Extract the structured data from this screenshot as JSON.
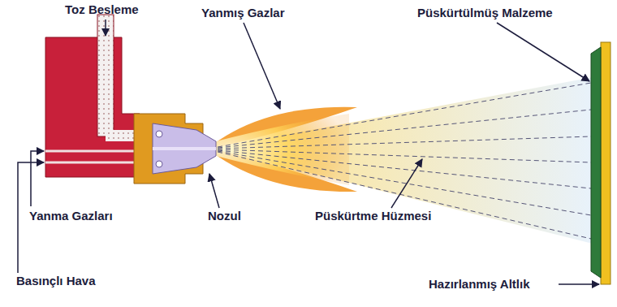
{
  "diagram": {
    "labels": [
      "Toz Besleme",
      "Yanmış Gazlar",
      "Püskürtülmüş Malzeme",
      "Yanma Gazları",
      "Nozul",
      "Püskürtme Hüzmesi",
      "Basınçlı Hava",
      "Hazırlanmış Altlık"
    ]
  }
}
